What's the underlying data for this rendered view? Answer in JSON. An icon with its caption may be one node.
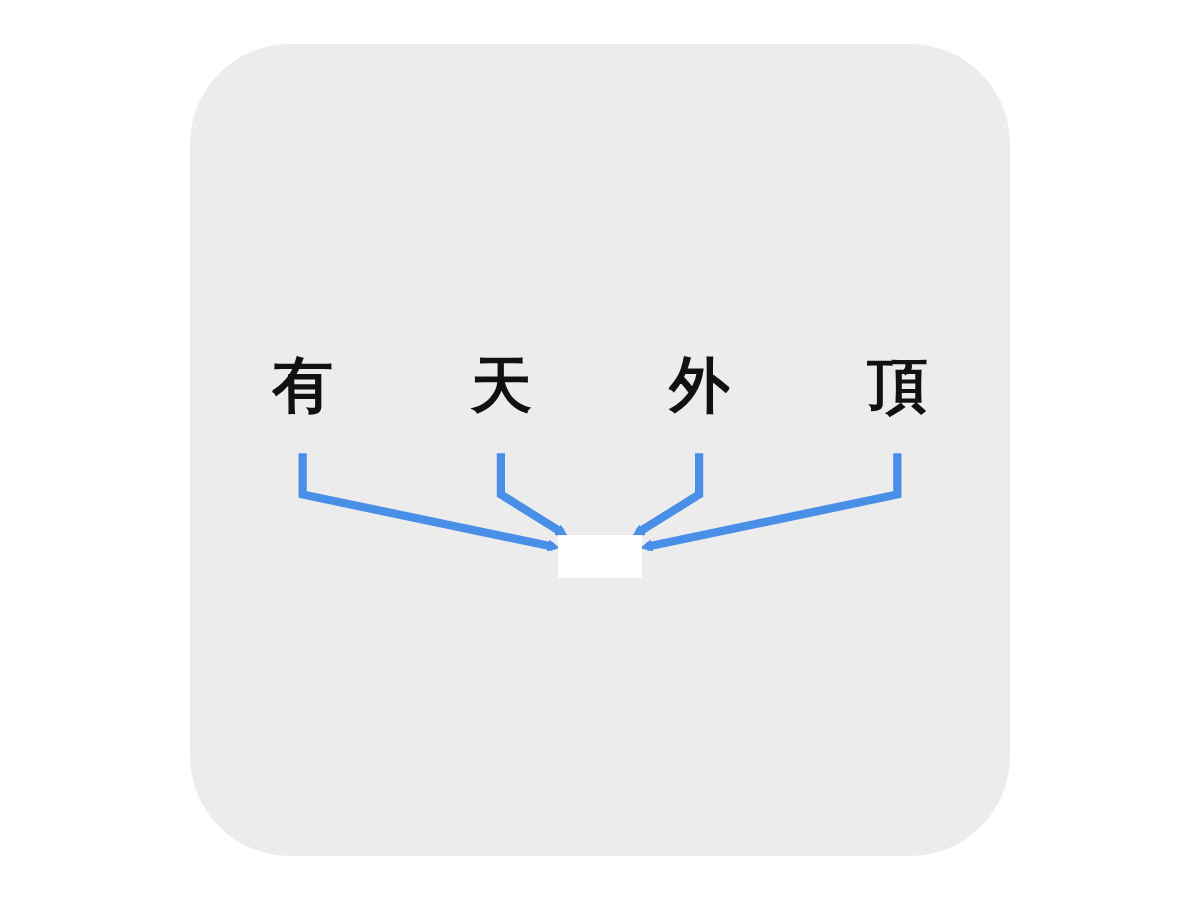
{
  "diagram": {
    "nodes": [
      {
        "text": [
          "有"
        ]
      },
      {
        "text": [
          "天"
        ]
      },
      {
        "text": [],
        "shape": "box"
      },
      {
        "text": [
          "外"
        ]
      },
      {
        "text": [
          "頂"
        ]
      }
    ],
    "edges": [
      {
        "from": 0,
        "to": 2,
        "arrow": "to"
      },
      {
        "from": 1,
        "to": 2,
        "arrow": "to"
      },
      {
        "from": 3,
        "to": 2,
        "arrow": "to"
      },
      {
        "from": 4,
        "to": 2,
        "arrow": "to"
      }
    ]
  }
}
